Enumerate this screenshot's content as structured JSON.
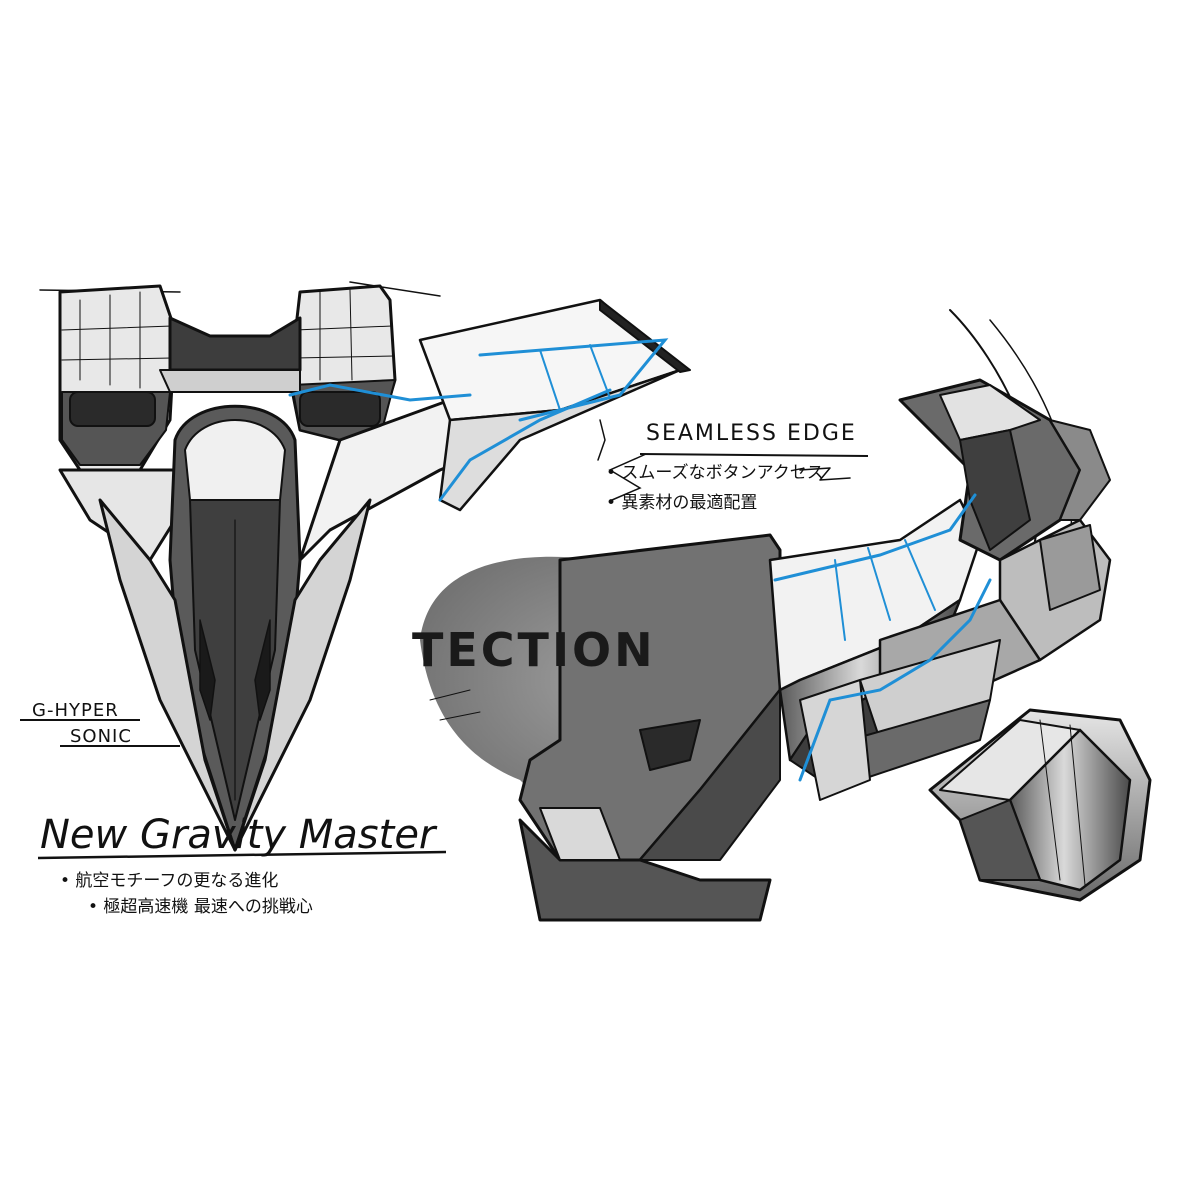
{
  "labels": {
    "hyper_line1": "G-HYPER",
    "hyper_line2": "SONIC",
    "seamless_edge": "SEAMLESS EDGE",
    "seamless_note1": "• スムーズなボタンアクセス",
    "seamless_note2": "• 異素材の最適配置",
    "brand_text": "TECTION",
    "title": "New Gravity Master",
    "title_note1": "• 航空モチーフの更なる進化",
    "title_note2": "• 極超高速機 最速への挑戦心"
  },
  "colors": {
    "ink": "#111111",
    "accent_blue": "#1f8fd6",
    "dark_gray": "#3f3f3f",
    "mid_gray": "#7a7a7a",
    "light_gray": "#c9c9c9"
  }
}
